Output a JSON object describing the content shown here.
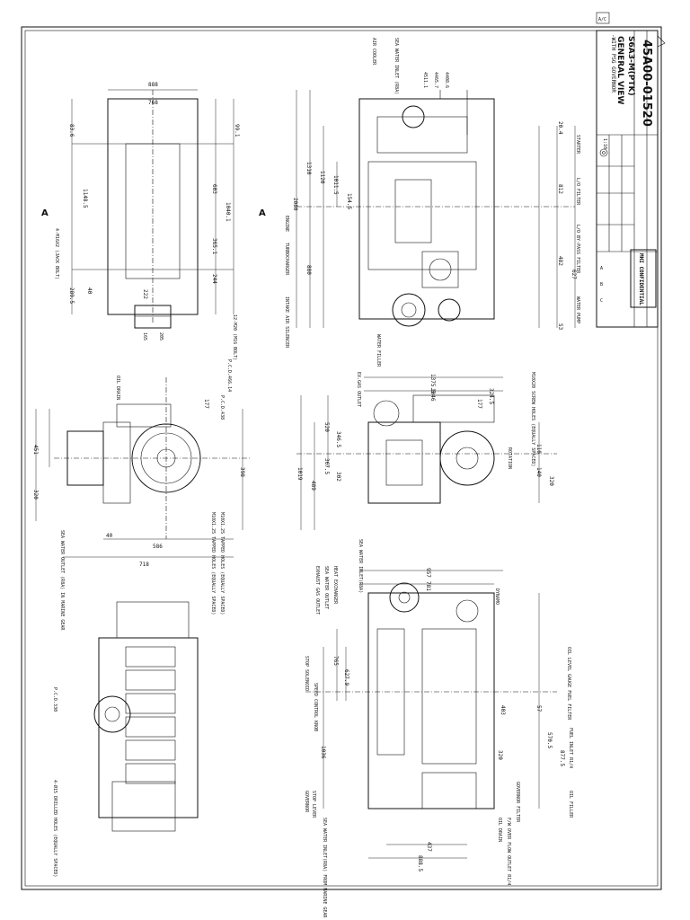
{
  "title_block": {
    "corner_tag": "A/C",
    "title_line1": "GENERAL VIEW",
    "title_line2": "S6A3-M(PTK)",
    "note": "-WITH PSG GOVERNOR",
    "drawing_no": "45A00-01520",
    "confidential": "MHI CONFIDENTIAL",
    "scale": "1:10",
    "marks": [
      "A",
      "B",
      "C"
    ]
  },
  "views": {
    "side_left_labels": [
      "SEA WATER INLET(R8A)",
      "SPEED CONTROL KNOB",
      "STOP SOLENOID",
      "GOVERNOR",
      "STOP LEVER",
      "SEA WATER INLET(R8A) FROM MARINE GEAR",
      "F/W OVER FLOW OUTLET R1/4",
      "GOVERNOR FILTER",
      "OIL DRAIN",
      "EXHAUST GAS OUTLET",
      "SEA WATER OUTLET",
      "HEAT EXCHANGER",
      "DYNAMO",
      "OIL LEVEL GAUGE FUEL FILTER",
      "FUEL INLET R1/4",
      "OIL FILLER"
    ],
    "side_left_dims": [
      "957",
      "781",
      "765",
      "627.9",
      "1036",
      "403",
      "57",
      "570.5",
      "877.5",
      "320",
      "437",
      "888.5"
    ],
    "front_labels": [
      "EX.GAS OUTLET",
      "M10X20 SCREW HOLES (EQUALLY SPACED)",
      "ROTATION"
    ],
    "front_dims": [
      "1375.5",
      "1046",
      "324.5",
      "177",
      "1019",
      "489",
      "367.5",
      "302",
      "346.5",
      "520",
      "140",
      "320",
      "110"
    ],
    "plan_labels": [
      "AIR COOLER",
      "SEA WATER INLET (R8A)",
      "STARTER",
      "L/O FILTER",
      "L/O BY-PASS FILTER",
      "WATER PUMP",
      "WATER FILLER",
      "TURBOCHARGER",
      "INTAKE AIR SILENCER",
      "ENGINE"
    ],
    "plan_dims": [
      "2080",
      "1310",
      "1120",
      "1011.5",
      "154.5",
      "880",
      "20.4",
      "812",
      "482",
      "627",
      "53",
      "4511.1",
      "4465.7",
      "4408.6"
    ],
    "rear_labels": [
      "P.C.D.438",
      "P.C.D.466.14",
      "M10X1.25 TAPPED HOLES (EQUALLY SPACED)",
      "M10X1.25 TAPPED HOLES (EQUALLY SPACED)",
      "SEA WATER OUTLET (R8A) IN MARINE GEAR",
      "OIL DRAIN"
    ],
    "rear_dims": [
      "451",
      "320",
      "177",
      "398",
      "586",
      "718",
      "40"
    ],
    "bottom_labels": [
      "4-M16X2 (JACK BOLT)",
      "12-M20 (M16 BOLT)"
    ],
    "bottom_dims": [
      "888",
      "768",
      "83.6",
      "99.1",
      "1148.5",
      "603",
      "1040.1",
      "365.1",
      "244",
      "289.5",
      "40",
      "222"
    ],
    "top_view_labels": [
      "P.C.D.330",
      "4-Ø15 DRILLED HOLES (EQUALLY SPACED)"
    ],
    "top_view_dims": [
      "165",
      "205"
    ],
    "section_marks": [
      "A",
      "A"
    ]
  }
}
